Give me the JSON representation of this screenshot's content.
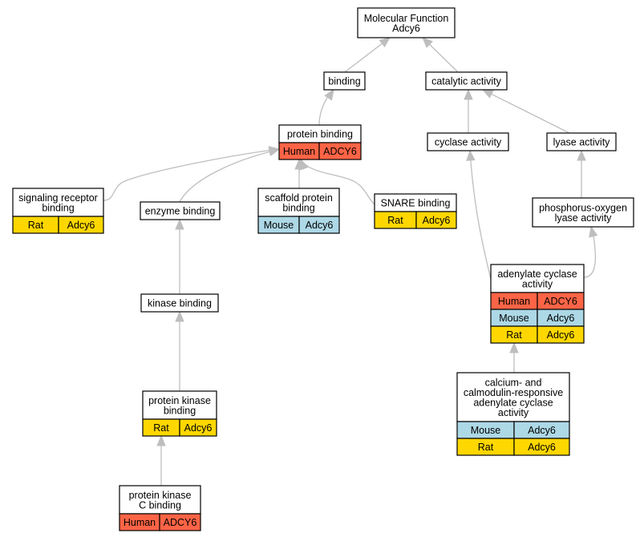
{
  "colors": {
    "human": "#fe6446",
    "mouse": "#add8e6",
    "rat": "#ffd700",
    "edge": "#bebebe"
  },
  "nodes": {
    "molecular_function": {
      "title": [
        "Molecular Function",
        "Adcy6"
      ],
      "rows": []
    },
    "binding": {
      "title": [
        "binding"
      ],
      "rows": []
    },
    "catalytic_activity": {
      "title": [
        "catalytic activity"
      ],
      "rows": []
    },
    "protein_binding": {
      "title": [
        "protein binding"
      ],
      "rows": [
        {
          "species": "Human",
          "gene": "ADCY6",
          "color": "human"
        }
      ]
    },
    "cyclase_activity": {
      "title": [
        "cyclase activity"
      ],
      "rows": []
    },
    "lyase_activity": {
      "title": [
        "lyase activity"
      ],
      "rows": []
    },
    "signaling_receptor_binding": {
      "title": [
        "signaling receptor",
        "binding"
      ],
      "rows": [
        {
          "species": "Rat",
          "gene": "Adcy6",
          "color": "rat"
        }
      ]
    },
    "enzyme_binding": {
      "title": [
        "enzyme binding"
      ],
      "rows": []
    },
    "scaffold_protein_binding": {
      "title": [
        "scaffold protein",
        "binding"
      ],
      "rows": [
        {
          "species": "Mouse",
          "gene": "Adcy6",
          "color": "mouse"
        }
      ]
    },
    "snare_binding": {
      "title": [
        "SNARE binding"
      ],
      "rows": [
        {
          "species": "Rat",
          "gene": "Adcy6",
          "color": "rat"
        }
      ]
    },
    "phosphorus_oxygen_lyase_activity": {
      "title": [
        "phosphorus-oxygen",
        "lyase activity"
      ],
      "rows": []
    },
    "adenylate_cyclase_activity": {
      "title": [
        "adenylate cyclase",
        "activity"
      ],
      "rows": [
        {
          "species": "Human",
          "gene": "ADCY6",
          "color": "human"
        },
        {
          "species": "Mouse",
          "gene": "Adcy6",
          "color": "mouse"
        },
        {
          "species": "Rat",
          "gene": "Adcy6",
          "color": "rat"
        }
      ]
    },
    "kinase_binding": {
      "title": [
        "kinase binding"
      ],
      "rows": []
    },
    "calcium_calmodulin_adenylate_cyclase": {
      "title": [
        "calcium- and",
        "calmodulin-responsive",
        "adenylate cyclase",
        "activity"
      ],
      "rows": [
        {
          "species": "Mouse",
          "gene": "Adcy6",
          "color": "mouse"
        },
        {
          "species": "Rat",
          "gene": "Adcy6",
          "color": "rat"
        }
      ]
    },
    "protein_kinase_binding": {
      "title": [
        "protein kinase",
        "binding"
      ],
      "rows": [
        {
          "species": "Rat",
          "gene": "Adcy6",
          "color": "rat"
        }
      ]
    },
    "protein_kinase_c_binding": {
      "title": [
        "protein kinase",
        "C binding"
      ],
      "rows": [
        {
          "species": "Human",
          "gene": "ADCY6",
          "color": "human"
        }
      ]
    }
  },
  "edges": [
    {
      "from": "binding",
      "to": "molecular_function"
    },
    {
      "from": "catalytic_activity",
      "to": "molecular_function"
    },
    {
      "from": "protein_binding",
      "to": "binding"
    },
    {
      "from": "cyclase_activity",
      "to": "catalytic_activity"
    },
    {
      "from": "lyase_activity",
      "to": "catalytic_activity"
    },
    {
      "from": "signaling_receptor_binding",
      "to": "protein_binding"
    },
    {
      "from": "enzyme_binding",
      "to": "protein_binding"
    },
    {
      "from": "scaffold_protein_binding",
      "to": "protein_binding"
    },
    {
      "from": "snare_binding",
      "to": "protein_binding"
    },
    {
      "from": "phosphorus_oxygen_lyase_activity",
      "to": "lyase_activity"
    },
    {
      "from": "adenylate_cyclase_activity",
      "to": "cyclase_activity"
    },
    {
      "from": "adenylate_cyclase_activity",
      "to": "phosphorus_oxygen_lyase_activity"
    },
    {
      "from": "kinase_binding",
      "to": "enzyme_binding"
    },
    {
      "from": "calcium_calmodulin_adenylate_cyclase",
      "to": "adenylate_cyclase_activity"
    },
    {
      "from": "protein_kinase_binding",
      "to": "kinase_binding"
    },
    {
      "from": "protein_kinase_c_binding",
      "to": "protein_kinase_binding"
    }
  ]
}
